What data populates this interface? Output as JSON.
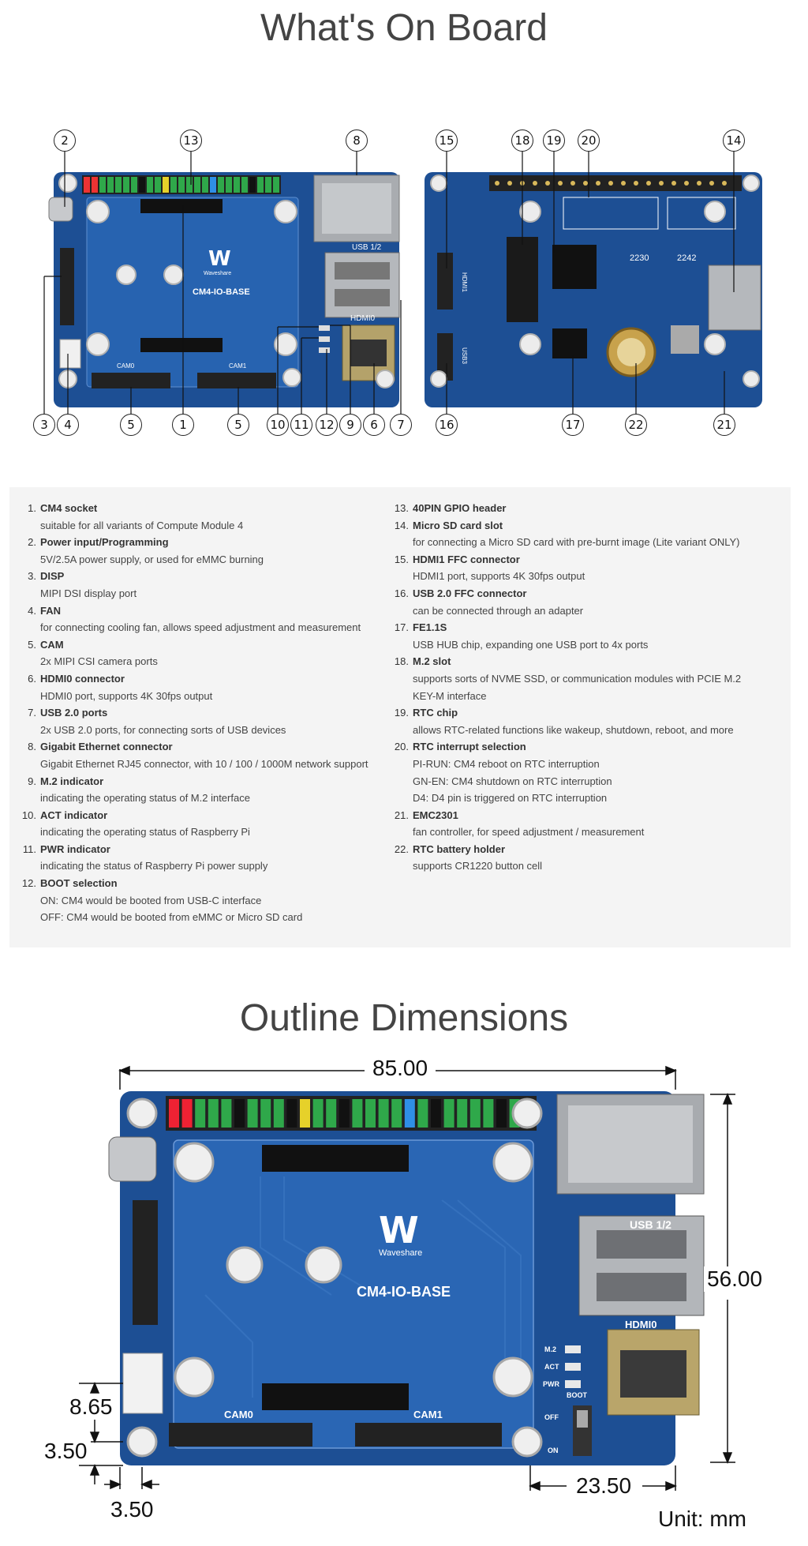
{
  "headings": {
    "onboard": "What's On Board",
    "outline": "Outline Dimensions"
  },
  "board_labels": {
    "name": "CM4-IO-BASE",
    "brand": "Waveshare",
    "usb": "USB 1/2",
    "hdmi0": "HDMI0",
    "cam0": "CAM0",
    "cam1": "CAM1",
    "m2": "M.2",
    "act": "ACT",
    "pwr": "PWR",
    "boot": "BOOT",
    "off": "OFF",
    "on": "ON",
    "ssd2230": "2230",
    "ssd2242": "2242",
    "hdmi1": "HDMI1",
    "usb3": "USB3"
  },
  "callouts_top": [
    "2",
    "13",
    "8",
    "15",
    "18",
    "19",
    "20",
    "14"
  ],
  "callouts_bottom": [
    "3",
    "4",
    "5",
    "1",
    "5",
    "10",
    "11",
    "12",
    "9",
    "6",
    "7",
    "16",
    "17",
    "22",
    "21"
  ],
  "features_left": [
    {
      "n": "1.",
      "label": "CM4 socket",
      "desc": [
        "suitable for all variants of Compute Module 4"
      ]
    },
    {
      "n": "2.",
      "label": "Power input/Programming",
      "desc": [
        "5V/2.5A power supply, or used for eMMC burning"
      ]
    },
    {
      "n": "3.",
      "label": "DISP",
      "desc": [
        "MIPI DSI display port"
      ]
    },
    {
      "n": "4.",
      "label": "FAN",
      "desc": [
        "for connecting cooling fan, allows speed adjustment and measurement"
      ]
    },
    {
      "n": "5.",
      "label": "CAM",
      "desc": [
        "2x MIPI CSI camera ports"
      ]
    },
    {
      "n": "6.",
      "label": "HDMI0 connector",
      "desc": [
        "HDMI0 port, supports 4K 30fps output"
      ]
    },
    {
      "n": "7.",
      "label": "USB 2.0 ports",
      "desc": [
        "2x USB 2.0 ports, for connecting sorts of USB devices"
      ]
    },
    {
      "n": "8.",
      "label": "Gigabit Ethernet connector",
      "desc": [
        "Gigabit Ethernet RJ45 connector, with 10 / 100 / 1000M network support"
      ]
    },
    {
      "n": "9.",
      "label": "M.2 indicator",
      "desc": [
        "indicating the operating status of M.2 interface"
      ]
    },
    {
      "n": "10.",
      "label": "ACT indicator",
      "desc": [
        "indicating the operating status of Raspberry Pi"
      ]
    },
    {
      "n": "11.",
      "label": "PWR indicator",
      "desc": [
        "indicating the status of Raspberry Pi power supply"
      ]
    },
    {
      "n": "12.",
      "label": "BOOT selection",
      "desc": [
        "ON: CM4 would be booted from USB-C interface",
        "OFF: CM4 would be booted from eMMC or Micro SD card"
      ]
    }
  ],
  "features_right": [
    {
      "n": "13.",
      "label": "40PIN GPIO header",
      "desc": []
    },
    {
      "n": "14.",
      "label": "Micro SD card slot",
      "desc": [
        "for connecting a Micro SD card with pre-burnt image (Lite variant ONLY)"
      ]
    },
    {
      "n": "15.",
      "label": "HDMI1 FFC connector",
      "desc": [
        "HDMI1 port, supports 4K 30fps output"
      ]
    },
    {
      "n": "16.",
      "label": "USB 2.0 FFC connector",
      "desc": [
        "can be connected through an adapter"
      ]
    },
    {
      "n": "17.",
      "label": "FE1.1S",
      "desc": [
        "USB HUB chip, expanding one USB port to 4x ports"
      ]
    },
    {
      "n": "18.",
      "label": "M.2 slot",
      "desc": [
        "supports sorts of NVME SSD, or communication modules with PCIE M.2",
        "KEY-M interface"
      ]
    },
    {
      "n": "19.",
      "label": "RTC chip",
      "desc": [
        "allows RTC-related functions like wakeup, shutdown, reboot, and more"
      ]
    },
    {
      "n": "20.",
      "label": "RTC interrupt selection",
      "desc": [
        "PI-RUN: CM4 reboot on RTC interruption",
        "GN-EN: CM4 shutdown on RTC interruption",
        "D4: D4 pin is triggered on RTC interruption"
      ]
    },
    {
      "n": "21.",
      "label": "EMC2301",
      "desc": [
        "fan controller, for speed adjustment / measurement"
      ]
    },
    {
      "n": "22.",
      "label": "RTC battery holder",
      "desc": [
        "supports CR1220 button cell"
      ]
    }
  ],
  "dimensions": {
    "width": "85.00",
    "height": "56.00",
    "fan_offset": "8.65",
    "bottom_hole": "3.50",
    "left_hole": "3.50",
    "hdmi_offset": "23.50",
    "unit": "Unit: mm"
  },
  "colors": {
    "pcb": "#1d4f94",
    "pcb_dark": "#123a74",
    "silk": "#ffffff",
    "metal": "#b9bcc0",
    "panel": "#f4f4f4"
  }
}
